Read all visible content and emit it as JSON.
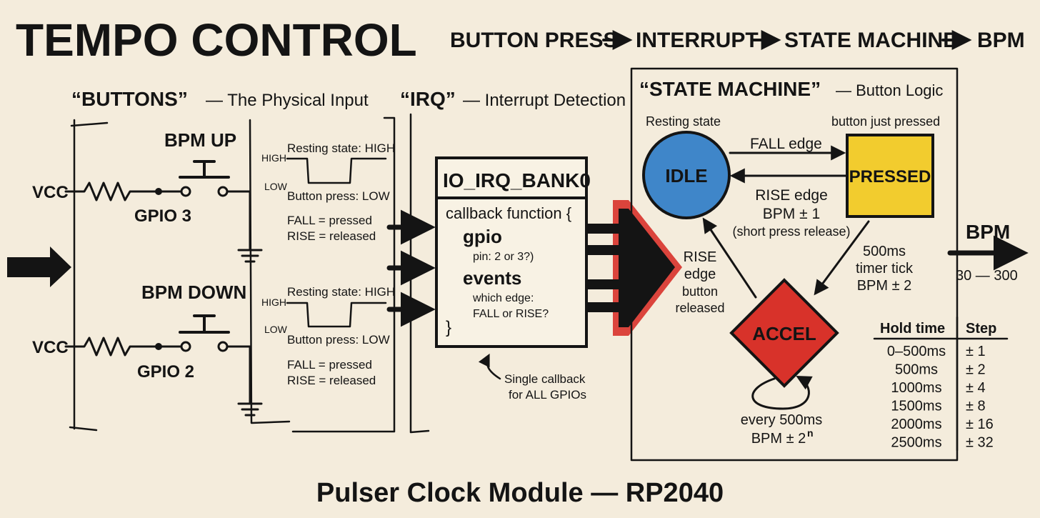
{
  "title": "TEMPO CONTROL",
  "flow": {
    "steps": [
      "BUTTON PRESS",
      "INTERRUPT",
      "STATE MACHINE",
      "BPM"
    ]
  },
  "sections": {
    "buttons": {
      "name": "“BUTTONS”",
      "subtitle": "— The Physical Input"
    },
    "irq": {
      "name": "“IRQ”",
      "subtitle": "— Interrupt Detection"
    },
    "state_machine": {
      "name": "“STATE MACHINE”",
      "subtitle": "— Button Logic"
    }
  },
  "buttons": {
    "up": {
      "label": "BPM UP",
      "vcc": "VCC",
      "gpio": "GPIO 3"
    },
    "down": {
      "label": "BPM DOWN",
      "vcc": "VCC",
      "gpio": "GPIO 2"
    },
    "waveform": {
      "high": "HIGH",
      "low": "LOW",
      "resting": "Resting state: HIGH",
      "press": "Button press: LOW",
      "fall": "FALL = pressed",
      "rise": "RISE = released"
    }
  },
  "irq": {
    "bank": "IO_IRQ_BANK0",
    "callback": "callback function {",
    "gpio_label": "gpio",
    "gpio_note": "pin: 2 or 3?)",
    "events_label": "events",
    "events_note_1": "which edge:",
    "events_note_2": "FALL or RISE?",
    "close": "}",
    "footnote_1": "Single callback",
    "footnote_2": "for ALL GPIOs"
  },
  "state_machine": {
    "idle": {
      "label": "IDLE",
      "note": "Resting state",
      "color": "#3f86c9"
    },
    "pressed": {
      "label": "PRESSED",
      "note": "button just pressed",
      "color": "#f2cc2e"
    },
    "accel": {
      "label": "ACCEL",
      "color": "#d8322a"
    },
    "fall_edge": "FALL edge",
    "rise_edge": {
      "line1": "RISE edge",
      "line2": "BPM ± 1",
      "line3": "(short press release)"
    },
    "timer": {
      "line1": "500ms",
      "line2": "timer tick",
      "line3": "BPM ± 2"
    },
    "rise_release": {
      "line1": "RISE",
      "line2": "edge",
      "line3": "button",
      "line4": "released"
    },
    "loop": {
      "line1": "every 500ms",
      "line2": "BPM ± 2",
      "sup": "n"
    }
  },
  "output": {
    "label": "BPM",
    "range": "30 — 300"
  },
  "hold_table": {
    "headers": [
      "Hold time",
      "Step"
    ],
    "rows": [
      [
        "0–500ms",
        "± 1"
      ],
      [
        "500ms",
        "± 2"
      ],
      [
        "1000ms",
        "± 4"
      ],
      [
        "1500ms",
        "± 8"
      ],
      [
        "2000ms",
        "± 16"
      ],
      [
        "2500ms",
        "± 32"
      ]
    ]
  },
  "footer": "Pulser Clock Module — RP2040"
}
